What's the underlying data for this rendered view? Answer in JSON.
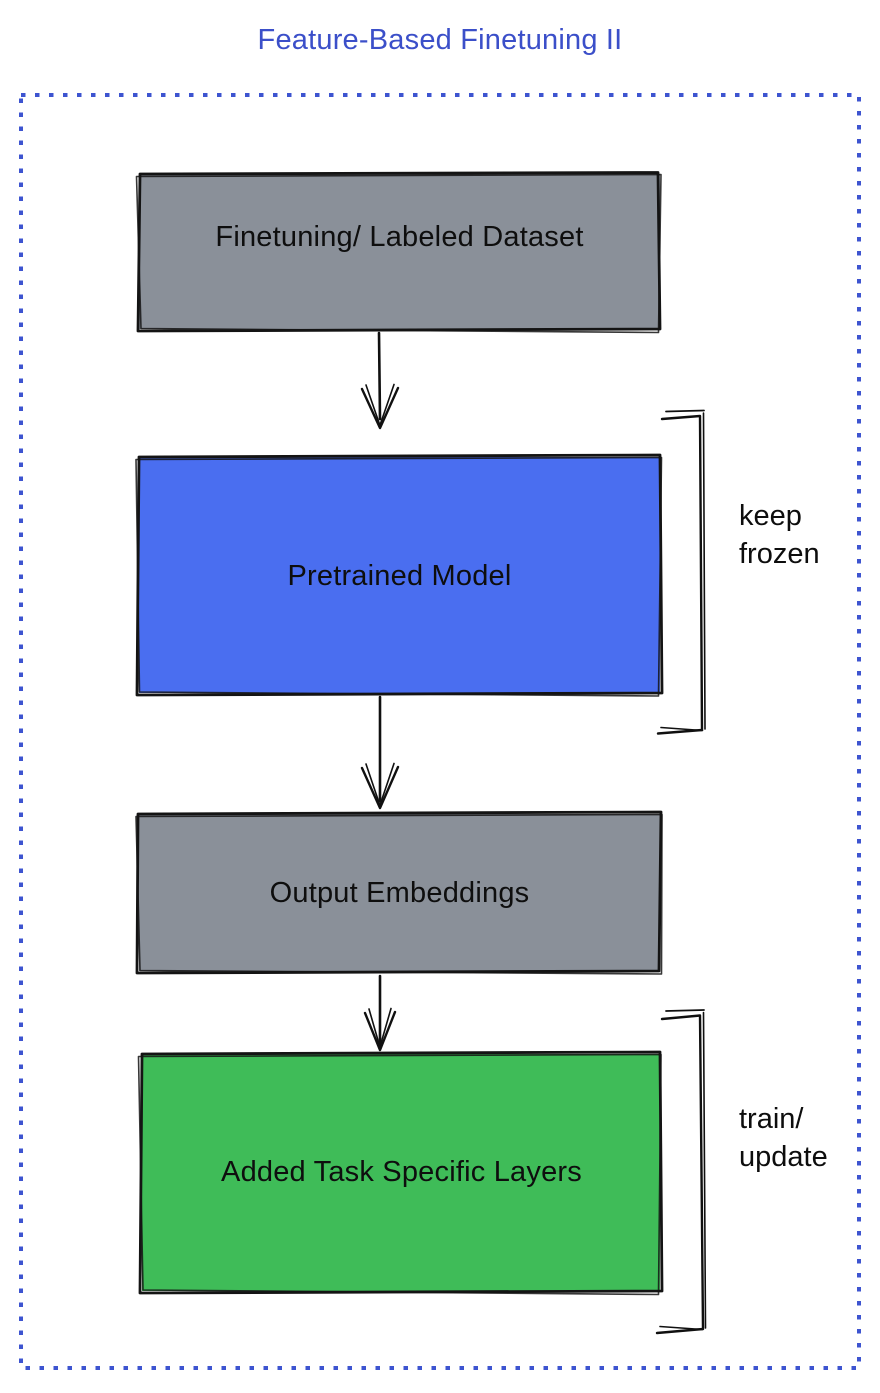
{
  "title": "Feature-Based Finetuning II",
  "diagram": {
    "nodes": [
      {
        "id": "dataset",
        "label": "Finetuning/ Labeled Dataset",
        "fill": "#8a9099"
      },
      {
        "id": "pretrained",
        "label": "Pretrained Model",
        "fill": "#4a6ef0"
      },
      {
        "id": "embeddings",
        "label": "Output Embeddings",
        "fill": "#8a9099"
      },
      {
        "id": "task_layers",
        "label": "Added Task Specific Layers",
        "fill": "#3fbc58"
      }
    ],
    "edges": [
      {
        "from": "dataset",
        "to": "pretrained"
      },
      {
        "from": "pretrained",
        "to": "embeddings"
      },
      {
        "from": "embeddings",
        "to": "task_layers"
      }
    ],
    "annotations": [
      {
        "id": "keep_frozen",
        "label": "keep frozen",
        "target": "pretrained"
      },
      {
        "id": "train_update",
        "label": "train/ update",
        "target": "task_layers"
      }
    ],
    "colors": {
      "title_text": "#3b4fc9",
      "frame_border": "#3d54d0",
      "box_border": "#141414",
      "label_text": "#0e0e0e",
      "gray_fill": "#8a9099",
      "blue_fill": "#4a6ef0",
      "green_fill": "#3fbc58",
      "background": "#ffffff"
    }
  }
}
